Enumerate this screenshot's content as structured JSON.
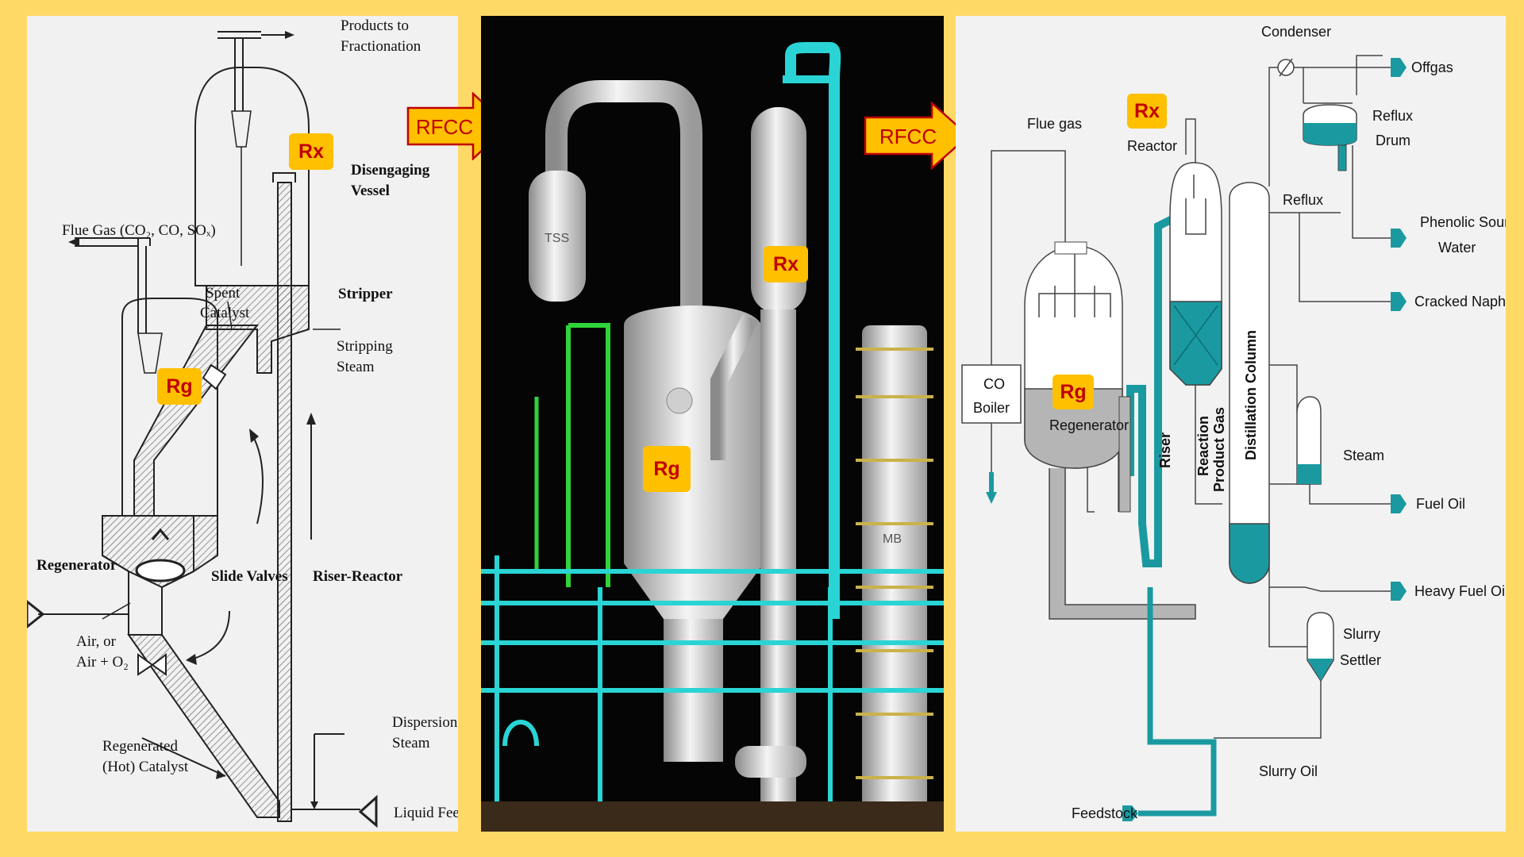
{
  "panel1": {
    "labels": {
      "products": "Products to",
      "fractionation": "Fractionation",
      "disengaging": "Disengaging",
      "vessel": "Vessel",
      "flue_gas": "Flue Gas (CO₂, CO, SOₓ)",
      "spent": "Spent",
      "catalyst": "Catalyst",
      "stripper": "Stripper",
      "stripping": "Stripping",
      "steam": "Steam",
      "regenerator": "Regenerator",
      "slide_valves": "Slide Valves",
      "riser_reactor": "Riser-Reactor",
      "air_or": "Air, or",
      "air_o2": "Air + O₂",
      "regenerated": "Regenerated",
      "hot_catalyst": "(Hot) Catalyst",
      "dispersion": "Dispersion",
      "dispersion_steam": "Steam",
      "liquid_feed": "Liquid Feed"
    },
    "tags": {
      "rx": "Rx",
      "rg": "Rg"
    }
  },
  "arrow1": {
    "label": "RFCC"
  },
  "panel2": {
    "labels": {
      "tss": "TSS",
      "mb": "MB"
    },
    "tags": {
      "rx": "Rx",
      "rg": "Rg"
    }
  },
  "arrow2": {
    "label": "RFCC"
  },
  "panel3": {
    "labels": {
      "condenser": "Condenser",
      "offgas": "Offgas",
      "flue_gas": "Flue gas",
      "reactor": "Reactor",
      "reflux_drum_1": "Reflux",
      "reflux_drum_2": "Drum",
      "reflux": "Reflux",
      "phenolic_1": "Phenolic Sour",
      "phenolic_2": "Water",
      "cracked_naphtha": "Cracked Naphtha",
      "co": "CO",
      "boiler": "Boiler",
      "regenerator": "Regenerator",
      "riser": "Riser",
      "reaction": "Reaction",
      "product_gas": "Product Gas",
      "distillation_column": "Distillation Column",
      "steam": "Steam",
      "fuel_oil": "Fuel Oil",
      "heavy_fuel_oil": "Heavy Fuel Oil",
      "slurry": "Slurry",
      "settler": "Settler",
      "slurry_oil": "Slurry Oil",
      "feedstock": "Feedstock"
    },
    "tags": {
      "rx": "Rx",
      "rg": "Rg"
    }
  },
  "colors": {
    "frame": "#ffd966",
    "tag_bg": "#ffc000",
    "tag_text": "#c00000",
    "teal": "#1a9aa0",
    "cyan_pipe": "#2ad4d4"
  }
}
